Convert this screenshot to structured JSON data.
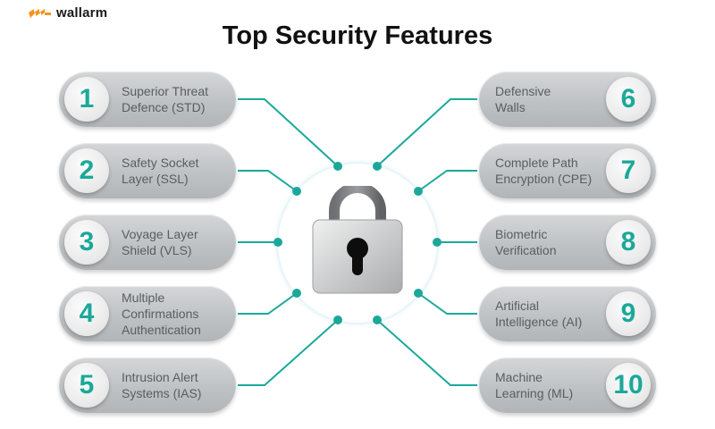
{
  "brand": {
    "name": "wallarm",
    "accent": "#f7941d"
  },
  "title": "Top Security Features",
  "colors": {
    "teal": "#1ba89a",
    "pill": "#c4c7ca",
    "text": "#5a5d60"
  },
  "center": {
    "icon": "padlock-icon"
  },
  "features": [
    {
      "num": "1",
      "label": "Superior Threat\nDefence (STD)"
    },
    {
      "num": "2",
      "label": "Safety Socket\nLayer (SSL)"
    },
    {
      "num": "3",
      "label": "Voyage Layer\nShield (VLS)"
    },
    {
      "num": "4",
      "label": "Multiple\nConfirmations\nAuthentication"
    },
    {
      "num": "5",
      "label": "Intrusion Alert\nSystems (IAS)"
    },
    {
      "num": "6",
      "label": "Defensive\nWalls"
    },
    {
      "num": "7",
      "label": "Complete Path\nEncryption (CPE)"
    },
    {
      "num": "8",
      "label": "Biometric\nVerification"
    },
    {
      "num": "9",
      "label": "Artificial\nIntelligence (AI)"
    },
    {
      "num": "10",
      "label": "Machine\nLearning (ML)"
    }
  ]
}
